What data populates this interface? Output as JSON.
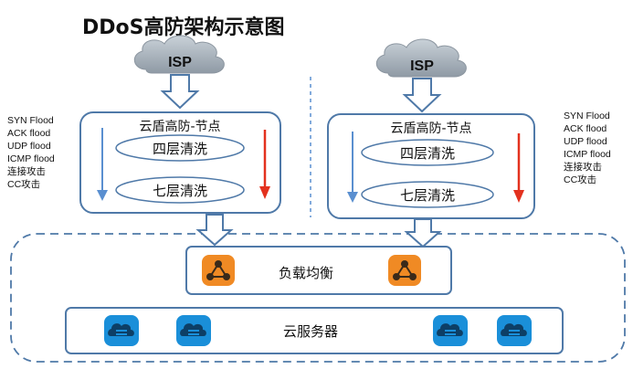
{
  "title": "DDoS高防架构示意图",
  "isp_label": "ISP",
  "node_title": "云盾高防-节点",
  "layer4": "四层清洗",
  "layer7": "七层清洗",
  "attacks_left": [
    "SYN Flood",
    "ACK flood",
    "UDP flood",
    "ICMP flood",
    "连接攻击",
    "CC攻击"
  ],
  "attacks_right": [
    "SYN Flood",
    "ACK flood",
    "UDP flood",
    "ICMP flood",
    "连接攻击",
    "CC攻击"
  ],
  "load_balancer": "负载均衡",
  "cloud_servers": "云服务器",
  "colors": {
    "box_border": "#4f79a8",
    "blue_arrow": "#5a8fd0",
    "red_arrow": "#e3311e",
    "orange_icon": "#f08a24",
    "blue_icon": "#1a8fd9",
    "cloud": "#a9b3bd"
  }
}
